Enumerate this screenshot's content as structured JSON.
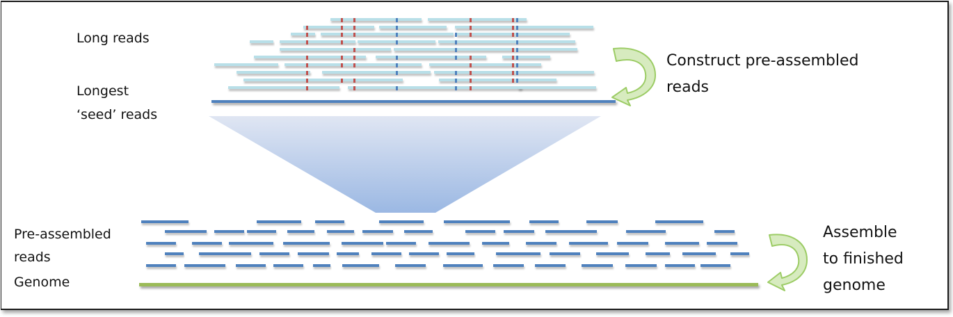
{
  "labels": {
    "long_reads": "Long reads",
    "longest_line1": "Longest",
    "longest_line2": "‘seed’ reads",
    "construct_line1": "Construct pre-assembled",
    "construct_line2": "reads",
    "preassembled_line1": "Pre-assembled",
    "preassembled_line2": "reads",
    "genome": "Genome",
    "assemble_line1": "Assemble",
    "assemble_line2": "to finished",
    "assemble_line3": "genome"
  },
  "colors": {
    "long_read": "#b8dfe8",
    "seed_read": "#4f81bd",
    "preassembled_read": "#4f81bd",
    "genome": "#9bbb59",
    "error_red": "#c0504d",
    "error_blue": "#4f81bd",
    "funnel_top": "#e0e6f3",
    "funnel_bottom": "#9bb8e3",
    "arrow_fill": "#d7ebbf",
    "arrow_stroke": "#9ccc65"
  },
  "steps": [
    {
      "name": "long-reads",
      "description": "Long reads"
    },
    {
      "name": "seed-reads",
      "description": "Longest 'seed' reads"
    },
    {
      "name": "construct",
      "description": "Construct pre-assembled reads"
    },
    {
      "name": "pre-assembled",
      "description": "Pre-assembled reads"
    },
    {
      "name": "assemble",
      "description": "Assemble to finished genome"
    }
  ]
}
